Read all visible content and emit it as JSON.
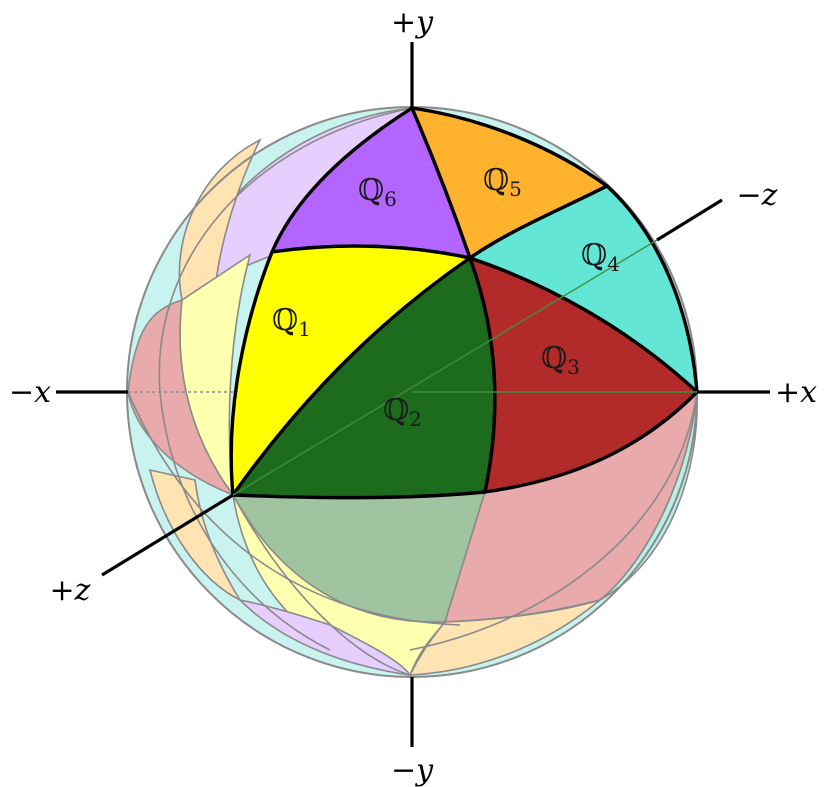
{
  "axes": [
    {
      "id": "pos-y",
      "label": "+y"
    },
    {
      "id": "neg-y",
      "label": "−y"
    },
    {
      "id": "pos-x",
      "label": "+x"
    },
    {
      "id": "neg-x",
      "label": "−x"
    },
    {
      "id": "pos-z",
      "label": "+z"
    },
    {
      "id": "neg-z",
      "label": "−z"
    }
  ],
  "regions": [
    {
      "id": "q1",
      "symbol": "ℚ",
      "index": "1",
      "color": "#ffff00"
    },
    {
      "id": "q2",
      "symbol": "ℚ",
      "index": "2",
      "color": "#1d6b1d"
    },
    {
      "id": "q3",
      "symbol": "ℚ",
      "index": "3",
      "color": "#b22a2a"
    },
    {
      "id": "q4",
      "symbol": "ℚ",
      "index": "4",
      "color": "#63e6d6"
    },
    {
      "id": "q5",
      "symbol": "ℚ",
      "index": "5",
      "color": "#ffb22e"
    },
    {
      "id": "q6",
      "symbol": "ℚ",
      "index": "6",
      "color": "#b565ff"
    }
  ]
}
